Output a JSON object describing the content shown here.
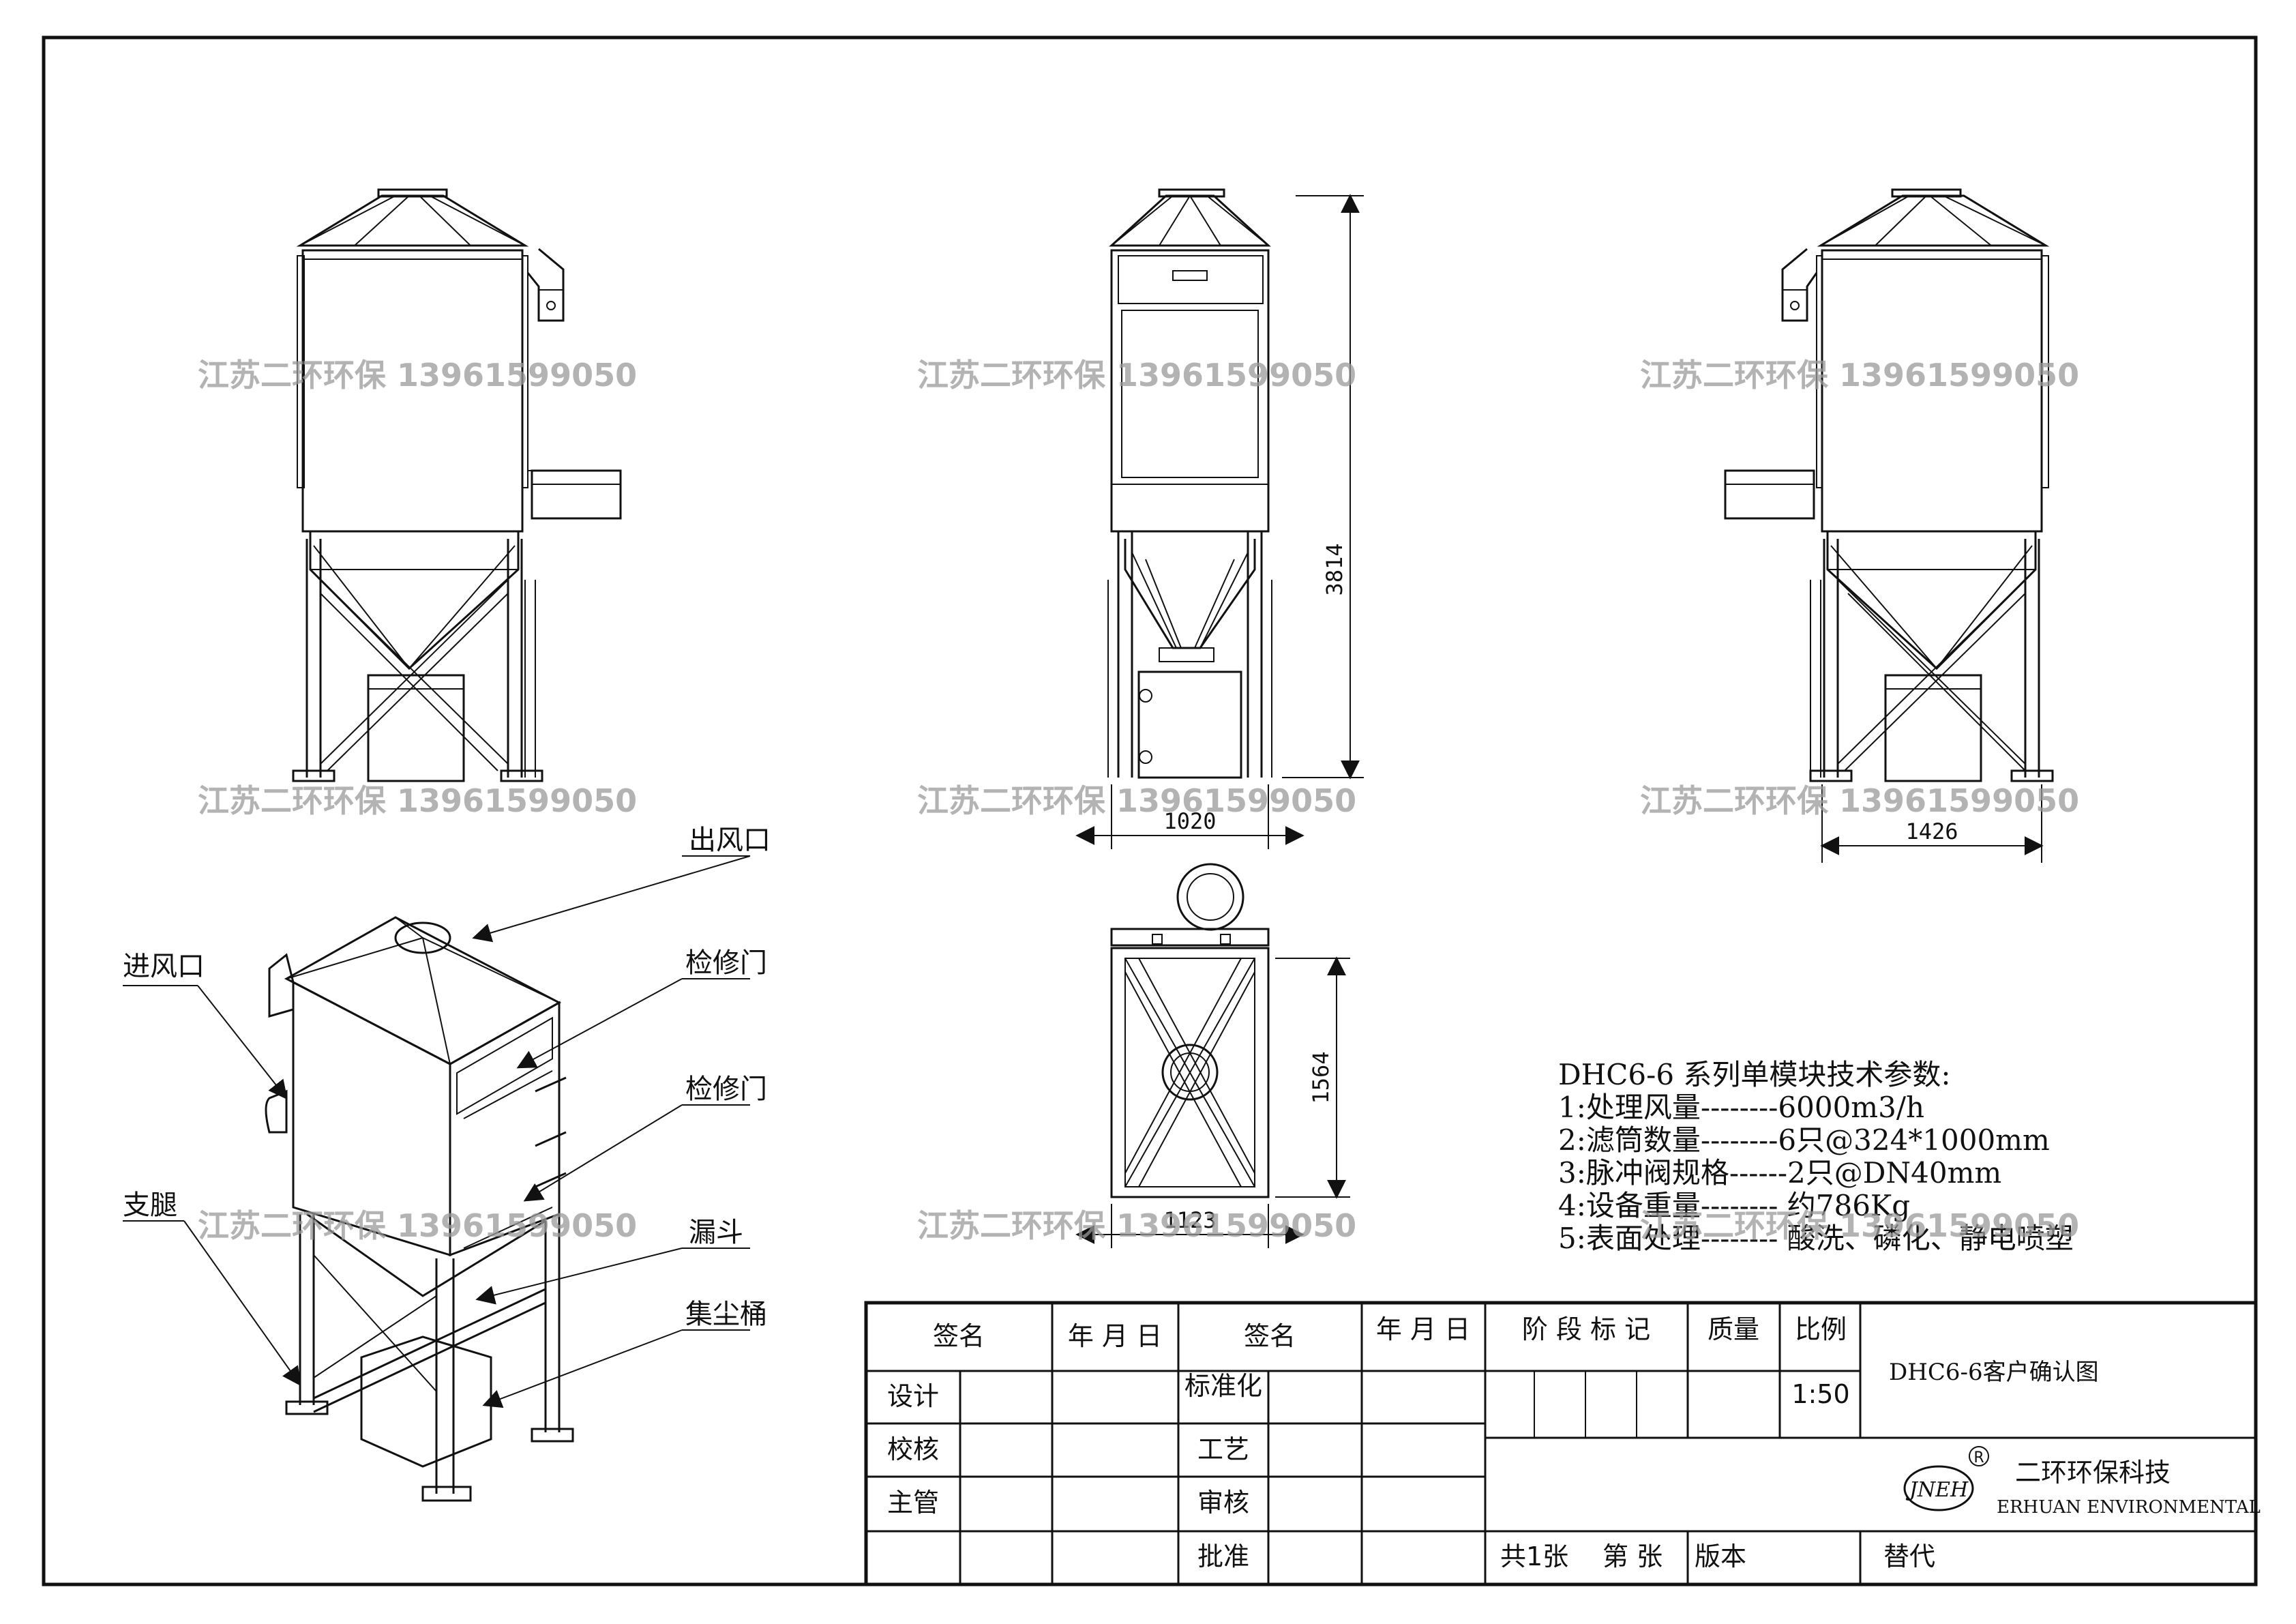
{
  "watermark": "江苏二环环保 13961599050",
  "dimensions": {
    "height_total": "3814",
    "width_side": "1020",
    "width_front": "1426",
    "depth_top": "1564",
    "width_top": "1123"
  },
  "callouts": {
    "outlet": "出风口",
    "inlet": "进风口",
    "door1": "检修门",
    "door2": "检修门",
    "legs": "支腿",
    "hopper": "漏斗",
    "dust_bin": "集尘桶"
  },
  "specs": {
    "title": "DHC6-6 系列单模块技术参数:",
    "lines": [
      "1:处理风量--------6000m3/h",
      "2:滤筒数量--------6只@324*1000mm",
      "3:脉冲阀规格------2只@DN40mm",
      "4:设备重量-------- 约786Kg",
      "5:表面处理--------  酸洗、磷化、静电喷塑"
    ]
  },
  "title_block": {
    "sign1": "签名",
    "date1": "年 月 日",
    "sign2": "签名",
    "date2": "年 月 日",
    "stage": "阶 段 标 记",
    "mass": "质量",
    "scale_label": "比例",
    "scale_value": "1:50",
    "drawing_name": "DHC6-6客户确认图",
    "design": "设计",
    "check": "校核",
    "supervisor": "主管",
    "standard": "标准化",
    "process": "工艺",
    "review": "审核",
    "approve": "批准",
    "sheets": "共1张",
    "sheet_no": "第 张",
    "version": "版本",
    "replace": "替代",
    "company_cn": "二环环保科技",
    "company_en": "ERHUAN ENVIRONMENTAL",
    "logo_text": "JNEH",
    "logo_mark": "R"
  }
}
